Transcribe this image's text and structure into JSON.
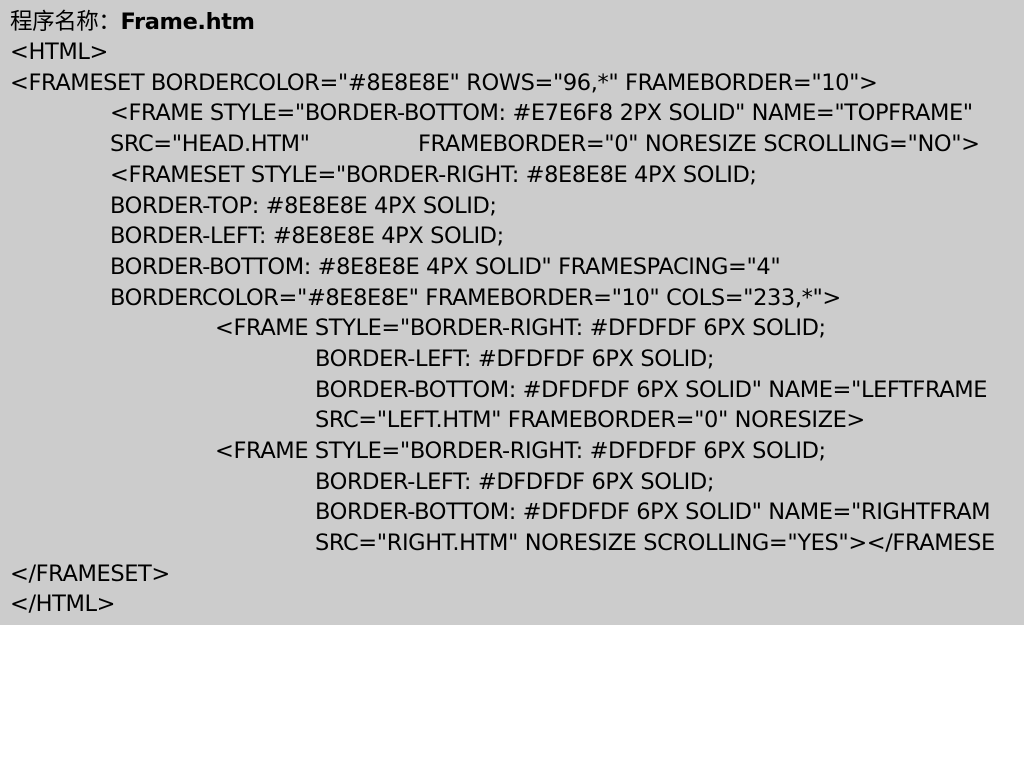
{
  "title": {
    "prefix": "程序名称：",
    "filename": "Frame.htm"
  },
  "code_lines": [
    "<HTML>",
    "<FRAMESET BORDERCOLOR=\"#8E8E8E\" ROWS=\"96,*\" FRAMEBORDER=\"10\">",
    "<FRAME STYLE=\"BORDER-BOTTOM: #E7E6F8 2PX SOLID\" NAME=\"TOPFRAME\"",
    "SRC=\"HEAD.HTM\"",
    "FRAMEBORDER=\"0\" NORESIZE SCROLLING=\"NO\">",
    "<FRAMESET STYLE=\"BORDER-RIGHT: #8E8E8E 4PX SOLID;",
    "BORDER-TOP: #8E8E8E 4PX SOLID;",
    "BORDER-LEFT: #8E8E8E 4PX SOLID;",
    "BORDER-BOTTOM: #8E8E8E 4PX SOLID\" FRAMESPACING=\"4\"",
    "BORDERCOLOR=\"#8E8E8E\" FRAMEBORDER=\"10\" COLS=\"233,*\">",
    "<FRAME STYLE=\"BORDER-RIGHT: #DFDFDF 6PX SOLID;",
    "BORDER-LEFT: #DFDFDF 6PX SOLID;",
    "BORDER-BOTTOM: #DFDFDF 6PX SOLID\" NAME=\"LEFTFRAME",
    "SRC=\"LEFT.HTM\" FRAMEBORDER=\"0\" NORESIZE>",
    "<FRAME STYLE=\"BORDER-RIGHT: #DFDFDF 6PX SOLID;",
    "BORDER-LEFT: #DFDFDF 6PX SOLID;",
    "BORDER-BOTTOM: #DFDFDF 6PX SOLID\" NAME=\"RIGHTFRAM",
    "SRC=\"RIGHT.HTM\" NORESIZE SCROLLING=\"YES\"></FRAMESE",
    "</FRAMESET>",
    "</HTML>"
  ],
  "colors": {
    "panel_background": "#cccccc",
    "page_background": "#ffffff",
    "text": "#000000"
  }
}
